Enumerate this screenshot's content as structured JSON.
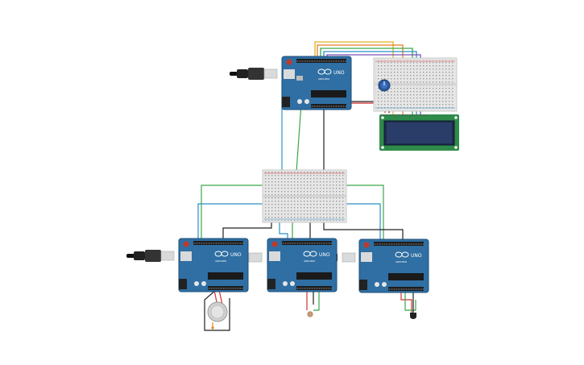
{
  "canvas": {
    "background": "#ffffff"
  },
  "colors": {
    "arduino_board": "#2f6fa3",
    "arduino_dark": "#1f4f78",
    "usb_metal": "#d9dadb",
    "breadboard": "#e6e6e6",
    "lcd_pcb": "#2e8b4a",
    "lcd_screen": "#1e2c4a",
    "wire_red": "#d32f2f",
    "wire_black": "#222222",
    "wire_green": "#3aa64a",
    "wire_blue": "#2b8fc7",
    "wire_yellow": "#e2b11f",
    "wire_orange": "#e67e22",
    "wire_purple": "#7a4fb0"
  },
  "boards": [
    {
      "id": "arduino-master",
      "model_label": "UNO",
      "brand_label": "ARDUINO"
    },
    {
      "id": "arduino-slave-1",
      "model_label": "UNO",
      "brand_label": "ARDUINO"
    },
    {
      "id": "arduino-slave-2",
      "model_label": "UNO",
      "brand_label": "ARDUINO"
    },
    {
      "id": "arduino-slave-3",
      "model_label": "UNO",
      "brand_label": "ARDUINO"
    }
  ],
  "components": {
    "lcd": {
      "icon": "lcd-16x2-icon"
    },
    "potentiometer": {
      "icon": "potentiometer-icon"
    },
    "gas_sensor": {
      "icon": "gas-sensor-icon"
    },
    "photoresistor": {
      "icon": "photoresistor-icon"
    },
    "temperature_sensor": {
      "icon": "temperature-sensor-icon"
    }
  }
}
